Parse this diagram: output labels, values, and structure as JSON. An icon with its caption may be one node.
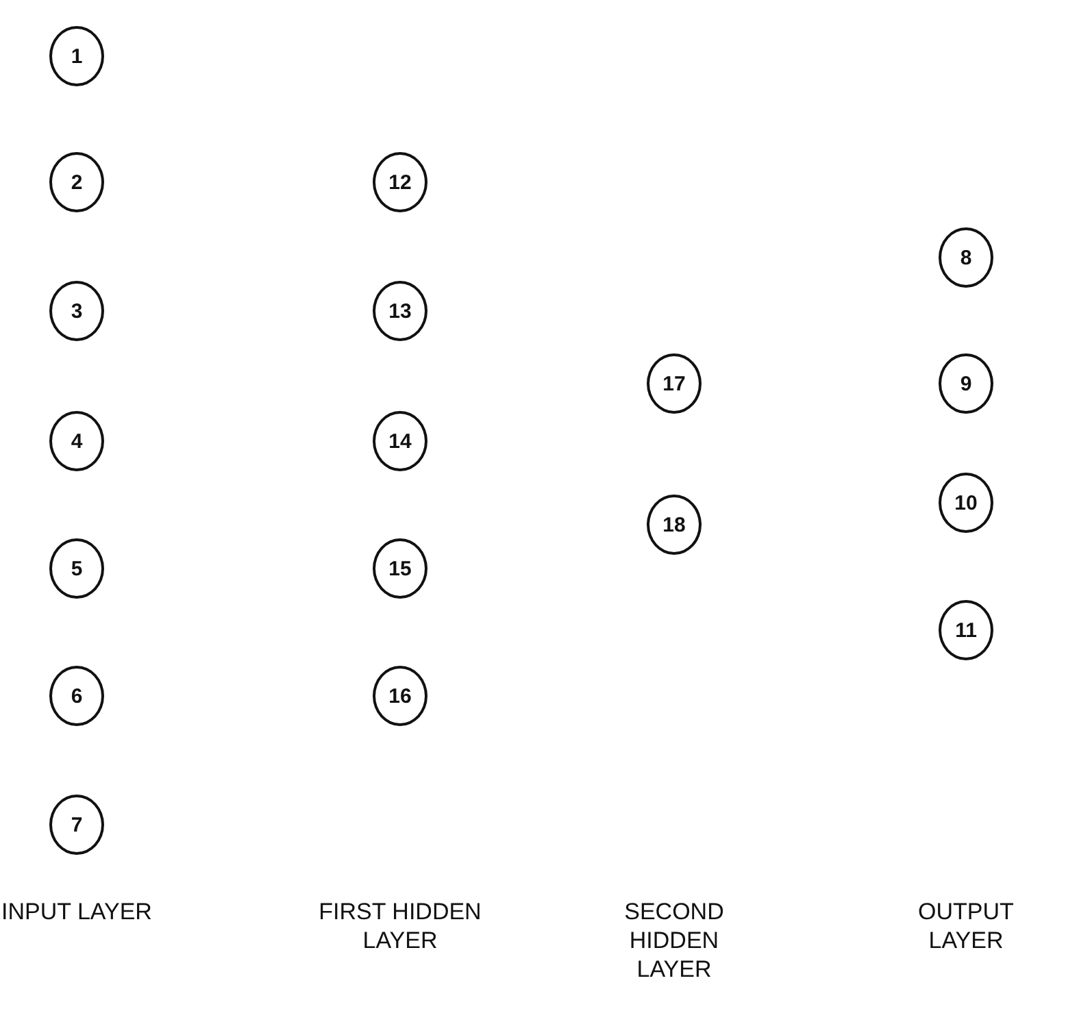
{
  "diagram": {
    "nodes": [
      {
        "text": [
          "1"
        ]
      },
      {
        "text": [
          "2"
        ]
      },
      {
        "text": [
          "3"
        ]
      },
      {
        "text": [
          "4"
        ]
      },
      {
        "text": [
          "5"
        ]
      },
      {
        "text": [
          "6"
        ]
      },
      {
        "text": [
          "7"
        ]
      },
      {
        "text": [
          "12"
        ]
      },
      {
        "text": [
          "13"
        ]
      },
      {
        "text": [
          "14"
        ]
      },
      {
        "text": [
          "15"
        ]
      },
      {
        "text": [
          "16"
        ]
      },
      {
        "text": [
          "17"
        ]
      },
      {
        "text": [
          "18"
        ]
      },
      {
        "text": [
          "8"
        ]
      },
      {
        "text": [
          "9"
        ]
      },
      {
        "text": [
          "10"
        ]
      },
      {
        "text": [
          "11"
        ]
      }
    ],
    "labels": [
      "INPUT LAYER",
      "FIRST HIDDEN LAYER",
      "SECOND HIDDEN LAYER",
      "OUTPUT LAYER"
    ]
  }
}
